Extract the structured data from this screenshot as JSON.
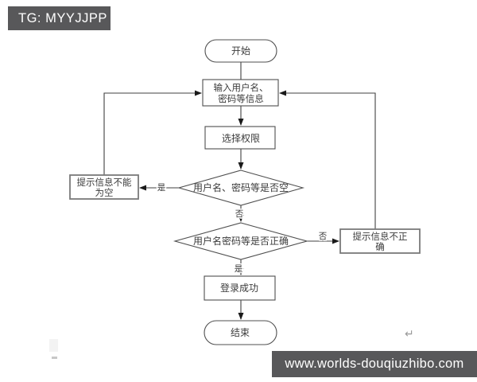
{
  "watermarks": {
    "top_left": "TG: MYYJJPP",
    "bottom_right": "www.worlds-douqiuzhibo.com"
  },
  "artifacts": {
    "return_mark": "↵"
  },
  "colors": {
    "watermark_bg": "#58585a",
    "watermark_text": "#ffffff",
    "line": "#404040",
    "node_text": "#3b3b3b",
    "background": "#ffffff"
  },
  "flowchart": {
    "nodes": {
      "start": {
        "type": "terminator",
        "label": "开始"
      },
      "input": {
        "type": "process",
        "label_line1": "输入用户名、",
        "label_line2": "密码等信息"
      },
      "select_permission": {
        "type": "process",
        "label": "选择权限"
      },
      "decision_empty": {
        "type": "decision",
        "label": "用户名、密码等是否空"
      },
      "prompt_empty": {
        "type": "process",
        "label_line1": "提示信息不能",
        "label_line2": "为空"
      },
      "decision_correct": {
        "type": "decision",
        "label": "用户名密码等是否正确"
      },
      "prompt_incorrect": {
        "type": "process",
        "label_line1": "提示信息不正",
        "label_line2": "确"
      },
      "login_success": {
        "type": "process",
        "label": "登录成功"
      },
      "end": {
        "type": "terminator",
        "label": "结束"
      }
    },
    "edge_labels": {
      "empty_yes": "是",
      "empty_no": "否",
      "correct_no": "否",
      "correct_yes": "是"
    }
  }
}
